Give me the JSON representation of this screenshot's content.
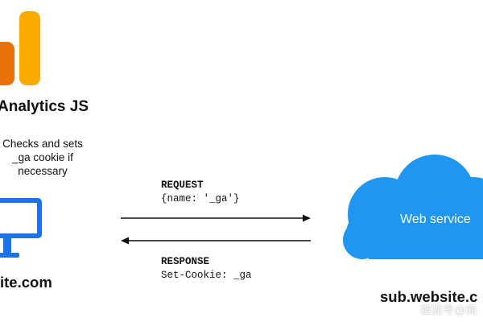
{
  "analytics": {
    "title": "Analytics JS",
    "description_lines": [
      "Checks and sets",
      "_ga cookie if",
      "necessary"
    ],
    "logo_colors": [
      "#E8710A",
      "#F9AB00",
      "#F9AB00"
    ]
  },
  "client": {
    "domain": "ite.com",
    "icon": "computer-monitor-icon",
    "icon_color": "#1A73E8"
  },
  "request": {
    "label": "REQUEST",
    "body": "{name: '_ga'}"
  },
  "response": {
    "label": "RESPONSE",
    "body": "Set-Cookie: _ga"
  },
  "server": {
    "label": "Web service",
    "domain": "sub.website.c",
    "icon": "cloud-icon",
    "color": "#1E96F2"
  },
  "watermark": "搜狐号@简"
}
